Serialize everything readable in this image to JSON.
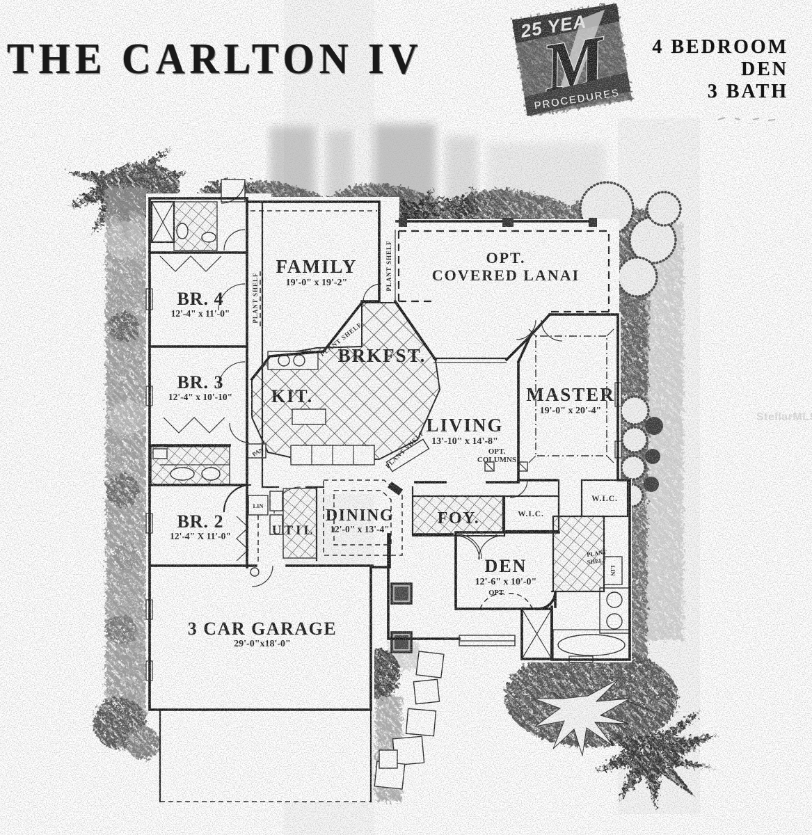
{
  "title": "THE CARLTON IV",
  "logo": {
    "top": "25 YEA",
    "letter": "M",
    "bottom": "PROCEDURES"
  },
  "specs": {
    "line1": "4 BEDROOM",
    "line2": "DEN",
    "line3": "3 BATH"
  },
  "watermark": "StellarMLS",
  "rooms": {
    "family": {
      "name": "FAMILY",
      "dims": "19'-0\" x 19'-2\""
    },
    "lanai": {
      "line1": "OPT.",
      "line2": "COVERED LANAI"
    },
    "br4": {
      "name": "BR. 4",
      "dims": "12'-4\" x 11'-0\""
    },
    "br3": {
      "name": "BR. 3",
      "dims": "12'-4\" x 10'-10\""
    },
    "br2": {
      "name": "BR. 2",
      "dims": "12'-4\" X 11'-0\""
    },
    "brkfst": {
      "name": "BRKFST."
    },
    "kit": {
      "name": "KIT."
    },
    "living": {
      "name": "LIVING",
      "dims": "13'-10\" x 14'-8\""
    },
    "master": {
      "name": "MASTER",
      "dims": "19'-0\" x 20'-4\""
    },
    "dining": {
      "name": "DINING",
      "dims": "12'-0\" x 13'-4\""
    },
    "foyer": {
      "name": "FOY."
    },
    "den": {
      "name": "DEN",
      "dims": "12'-6\" x 10'-0\"",
      "opt": "OPT."
    },
    "garage": {
      "name": "3 CAR GARAGE",
      "dims": "29'-0\"x18'-0\""
    },
    "util": {
      "name": "UTIL"
    }
  },
  "annotations": {
    "plant_shelf": "PLANT SHELF",
    "plant": "PLANT",
    "shelf": "SHELF",
    "wic": "W.I.C.",
    "lin": "LIN",
    "pan": "PAN",
    "opt_columns_line1": "OPT.",
    "opt_columns_line2": "COLUMNS"
  },
  "colors": {
    "ink": "#1a1a1a",
    "vegetation": "#555555",
    "watermark": "#dcdcdc",
    "paper": "#ffffff"
  }
}
